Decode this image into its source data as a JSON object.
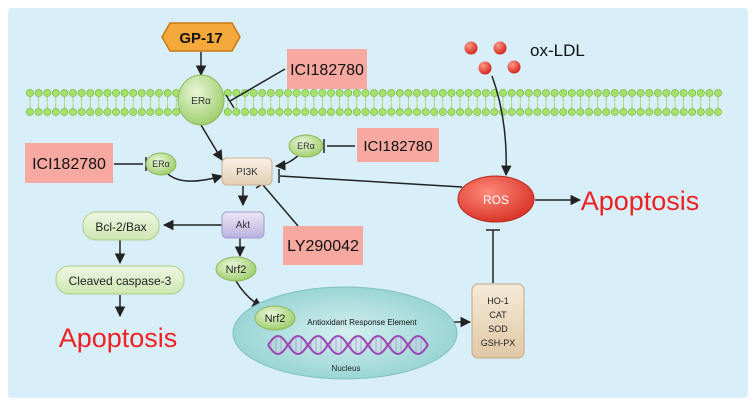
{
  "ligands": {
    "gp17": "GP-17",
    "oxldl": "ox-LDL"
  },
  "inhibitors": {
    "ici_top": "ICI182780",
    "ici_right": "ICI182780",
    "ici_left": "ICI182780",
    "ly": "LY290042"
  },
  "receptors": {
    "membrane": "ERα",
    "cyto_left": "ERα",
    "cyto_right": "ERα"
  },
  "nodes": {
    "pi3k": "PI3K",
    "akt": "Akt",
    "nrf2_cyto": "Nrf2",
    "nrf2_nuc": "Nrf2",
    "bcl2": "Bcl-2/Bax",
    "caspase": "Cleaved caspase-3",
    "ros": "ROS",
    "are": "Antioxidant Response Element",
    "nucleus": "Nucleus",
    "enzymes": [
      "HO-1",
      "CAT",
      "SOD",
      "GSH-PX"
    ]
  },
  "outcomes": {
    "apoptosis_left": "Apoptosis",
    "apoptosis_right": "Apoptosis"
  },
  "colors": {
    "background": "#d8eef8",
    "membrane": "#8ed44a",
    "inhibitor_box": "#f7a8a0",
    "receptor": "#b7db8e",
    "ros": "#e23b2e",
    "apoptosis_text": "#ee2222",
    "gp17": "#f5a93a",
    "akt": "#c8c2e6",
    "pi3k": "#efe0cc",
    "nucleus": "#9fd6d6",
    "dna": "#9b47b5",
    "oxldl_particle": "#e83a2c"
  }
}
